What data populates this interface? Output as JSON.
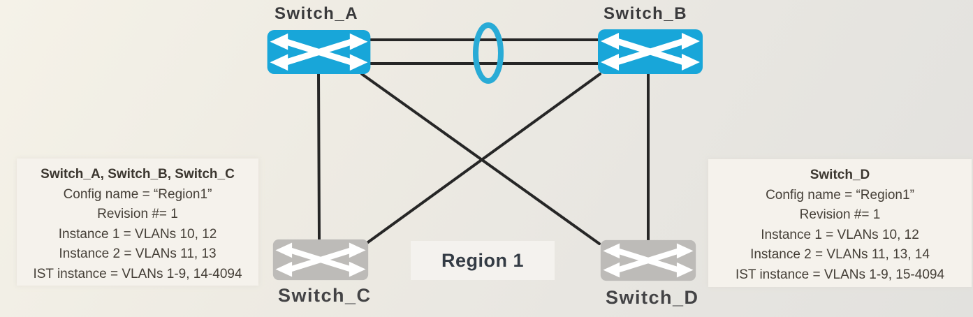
{
  "diagram": {
    "title_hint": "MSTP Region topology with four switches",
    "nodes": {
      "switch_a": {
        "label": "Switch_A"
      },
      "switch_b": {
        "label": "Switch_B"
      },
      "switch_c": {
        "label": "Switch_C"
      },
      "switch_d": {
        "label": "Switch_D"
      }
    },
    "region_label": "Region 1",
    "left_box": {
      "title": "Switch_A, Switch_B, Switch_C",
      "lines": [
        "Config name = “Region1”",
        "Revision #= 1",
        "Instance 1 = VLANs 10, 12",
        "Instance 2 = VLANs 11, 13",
        "IST instance = VLANs 1-9, 14-4094"
      ]
    },
    "right_box": {
      "title": "Switch_D",
      "lines": [
        "Config name = “Region1”",
        "Revision #= 1",
        "Instance 1 = VLANs 10, 12",
        "Instance 2 = VLANs 11, 13, 14",
        "IST instance = VLANs 1-9, 15-4094"
      ]
    },
    "links": [
      "Switch_A - Switch_B aggregated trunk (2 links with ring)",
      "Switch_A - Switch_C",
      "Switch_A - Switch_D",
      "Switch_B - Switch_C",
      "Switch_B - Switch_D"
    ],
    "colors": {
      "switch_active": "#18a6d9",
      "switch_inactive": "#bdbbb8",
      "link": "#262626",
      "aggregation_ring": "#29abd6"
    }
  }
}
